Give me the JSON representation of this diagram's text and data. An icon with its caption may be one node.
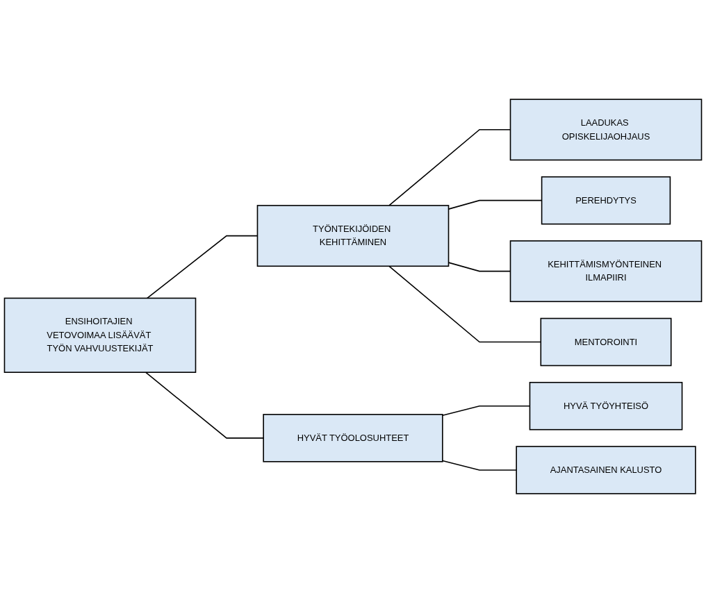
{
  "diagram": {
    "nodes": [
      {
        "text": [
          "ENSIHOITAJIEN VETOVOIMAA LISÄÄVÄT TYÖN VAHVUUSTEKIJÄT"
        ]
      },
      {
        "text": [
          "TYÖNTEKIJÖIDEN KEHITTÄMINEN"
        ]
      },
      {
        "text": [
          "LAADUKAS OPISKELIJAOHJAUS"
        ]
      },
      {
        "text": [
          "PEREHDYTYS"
        ]
      },
      {
        "text": [
          "KEHITTÄMISMYÖNTEINEN ILMAPIIRI"
        ]
      },
      {
        "text": [
          "MENTOROINTI"
        ]
      },
      {
        "text": [
          "HYVÄT TYÖOLOSUHTEET"
        ]
      },
      {
        "text": [
          "HYVÄ TYÖYHTEISÖ"
        ]
      },
      {
        "text": [
          "AJANTASAINEN KALUSTO"
        ]
      }
    ],
    "edges": [
      {
        "from": 0,
        "to": 1,
        "arrow": "none"
      },
      {
        "from": 0,
        "to": 6,
        "arrow": "none"
      },
      {
        "from": 1,
        "to": 2,
        "arrow": "none"
      },
      {
        "from": 1,
        "to": 3,
        "arrow": "none"
      },
      {
        "from": 1,
        "to": 4,
        "arrow": "none"
      },
      {
        "from": 1,
        "to": 5,
        "arrow": "none"
      },
      {
        "from": 6,
        "to": 7,
        "arrow": "none"
      },
      {
        "from": 6,
        "to": 8,
        "arrow": "none"
      }
    ]
  }
}
